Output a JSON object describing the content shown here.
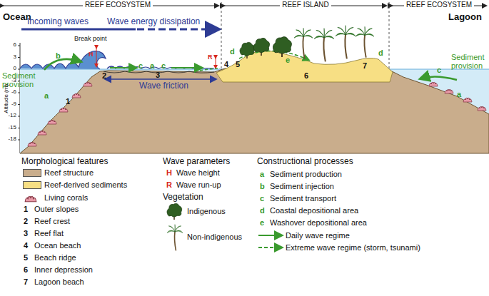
{
  "diagram": {
    "labels": [
      "REEF ECOSYSTEM",
      "REEF ISLAND",
      "REEF ECOSYSTEM",
      "Ocean",
      "Lagoon",
      "Incoming waves",
      "Wave energy dissipation",
      "Break point",
      "H",
      "R",
      "Sediment provision",
      "b",
      "a",
      "1",
      "2",
      "c",
      "a",
      "3",
      "c",
      "Wave friction",
      "d",
      "4",
      "5",
      "e",
      "6",
      "d",
      "7",
      "c",
      "Sediment provision",
      "a",
      "Altitude (m)",
      "6",
      "3",
      "0",
      "-3",
      "-6",
      "-9",
      "-12",
      "-15",
      "-18",
      "Morphological features",
      "Wave parameters",
      "Vegetation",
      "Constructional processes",
      "1",
      "2",
      "3",
      "4",
      "5",
      "6",
      "7",
      "H",
      "R",
      "a",
      "b",
      "c",
      "d",
      "e"
    ],
    "legend": [
      {
        "text": "Reef structure",
        "color": "#c9ad8c"
      },
      {
        "text": "Reef-derived sediments",
        "color": "#f7df84"
      },
      {
        "text": "Living corals"
      },
      {
        "text": "Outer slopes"
      },
      {
        "text": "Reef crest"
      },
      {
        "text": "Reef flat"
      },
      {
        "text": "Ocean beach"
      },
      {
        "text": "Beach ridge"
      },
      {
        "text": "Inner depression"
      },
      {
        "text": "Lagoon beach"
      },
      {
        "text": "Wave height"
      },
      {
        "text": "Wave run-up"
      },
      {
        "text": "Indigenous"
      },
      {
        "text": "Non-indigenous"
      },
      {
        "text": "Sediment production"
      },
      {
        "text": "Sediment injection"
      },
      {
        "text": "Sediment transport"
      },
      {
        "text": "Coastal depositional area"
      },
      {
        "text": "Washover depositional area"
      },
      {
        "text": "Daily wave regime"
      },
      {
        "text": "Extreme wave regime (storm, tsunami)"
      }
    ]
  }
}
